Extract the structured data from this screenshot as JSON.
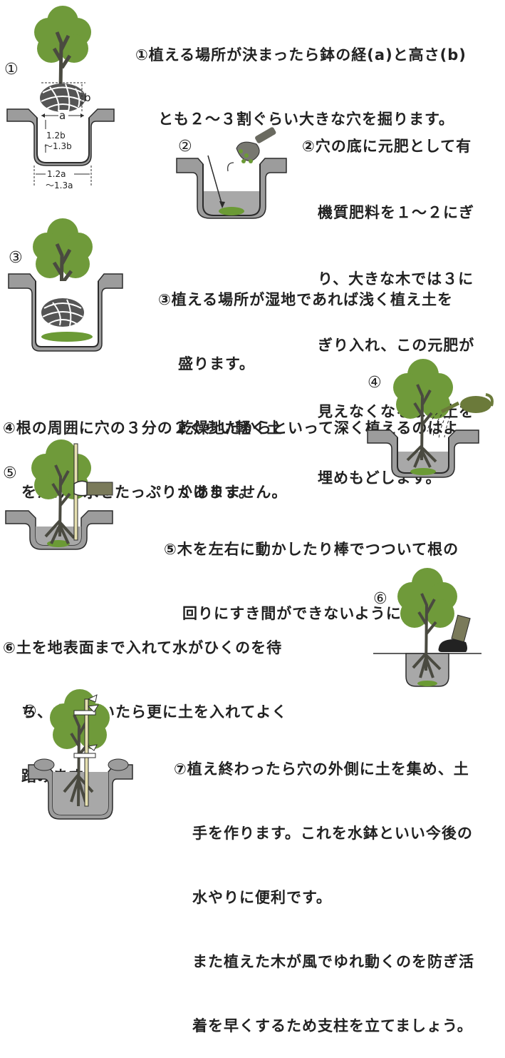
{
  "steps": [
    {
      "num": "①",
      "lines": [
        "①植える場所が決まったら鉢の経(a)と高さ(b)",
        "とも２～３割ぐらい大きな穴を掘ります。"
      ]
    },
    {
      "num": "②",
      "lines": [
        "②穴の底に元肥として有",
        "機質肥料を１～２にぎ",
        "り、大きな木では３に",
        "ぎり入れ、この元肥が",
        "見えなくなるまで土を",
        "埋めもどします。"
      ]
    },
    {
      "num": "③",
      "lines": [
        "③植える場所が湿地であれば浅く植え土を",
        "盛ります。",
        "乾燥地だからといって深く植えるのはよ",
        "くありません。"
      ]
    },
    {
      "num": "④",
      "lines": [
        "④根の周囲に穴の３分の２くらい軽く土",
        "をかけ、水をたっぷりかけます。"
      ]
    },
    {
      "num": "⑤",
      "lines": [
        "⑤木を左右に動かしたり棒でつついて根の",
        "回りにすき間ができないようにします。"
      ]
    },
    {
      "num": "⑥",
      "lines": [
        "⑥土を地表面まで入れて水がひくのを待",
        "ち、水がひいたら更に土を入れてよく",
        "踏みます。"
      ]
    },
    {
      "num": "⑦",
      "lines": [
        "⑦植え終わったら穴の外側に土を集め、土",
        "手を作ります。これを水鉢といい今後の",
        "水やりに便利です。",
        "また植えた木が風でゆれ動くのを防ぎ活",
        "着を早くするため支柱を立てましょう。"
      ]
    }
  ],
  "dimensions": {
    "a": "a",
    "b": "b",
    "depth1": "1.2b",
    "depth2": "～1.3b",
    "width1": "1.2a",
    "width2": "～1.3a"
  },
  "colors": {
    "foliage": "#6f9a3a",
    "trunk": "#4a4a40",
    "ground": "#9c9c9c",
    "soil": "#a8a8a8",
    "fertilizer": "#6b9a35",
    "outline": "#2b2b2b"
  }
}
